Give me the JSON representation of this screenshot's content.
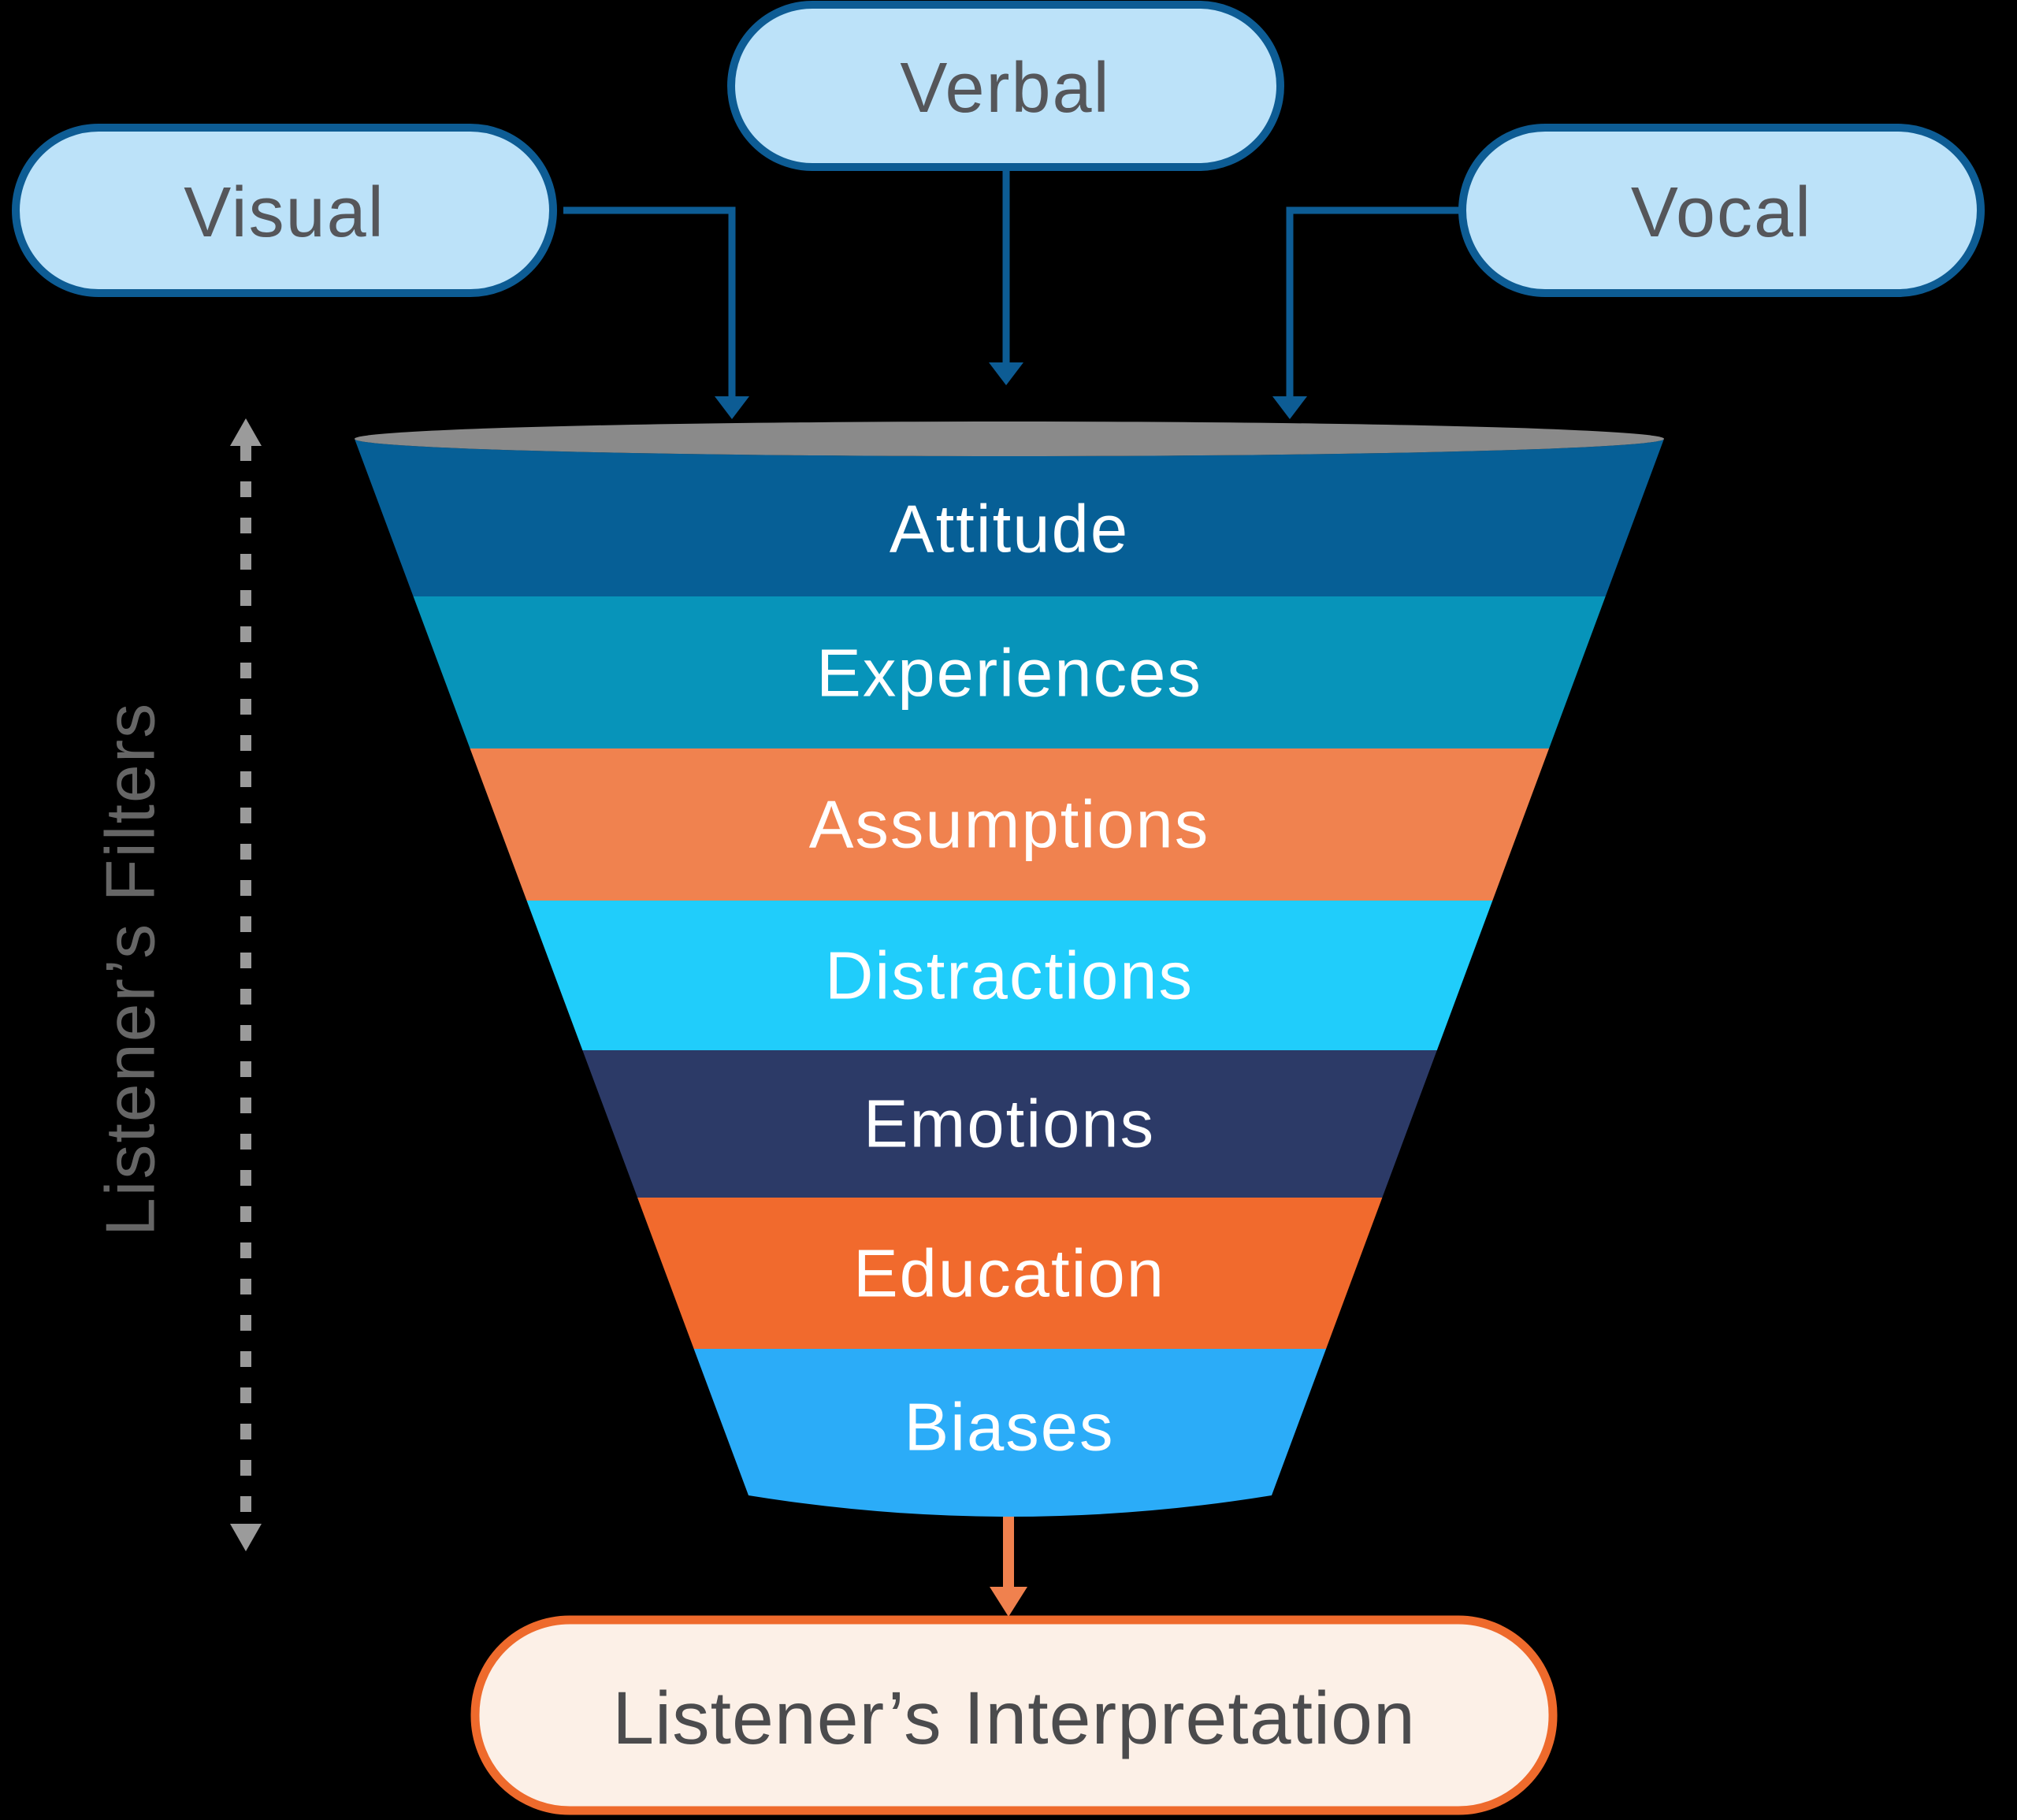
{
  "inputs": [
    {
      "id": "visual",
      "label": "Visual"
    },
    {
      "id": "verbal",
      "label": "Verbal"
    },
    {
      "id": "vocal",
      "label": "Vocal"
    }
  ],
  "funnel": {
    "axis_label": "Listener’s Filters",
    "top_color": "#8A8A8A",
    "layers": [
      {
        "label": "Attitude",
        "color": "#065F96"
      },
      {
        "label": "Experiences",
        "color": "#0794BA"
      },
      {
        "label": "Assumptions",
        "color": "#F0824F"
      },
      {
        "label": "Distractions",
        "color": "#20CDFB"
      },
      {
        "label": "Emotions",
        "color": "#2C3A67"
      },
      {
        "label": "Education",
        "color": "#F16A2D"
      },
      {
        "label": "Biases",
        "color": "#2BACF8"
      }
    ]
  },
  "output": {
    "label": "Listener’s Interpretation"
  },
  "palette": {
    "background": "#000000",
    "node_fill": "#BCE2F9",
    "node_border": "#0D5C94",
    "node_text": "#55565A",
    "connector": "#0D5C94",
    "axis_dashed_line": "#9B9B9B",
    "axis_text": "#666666",
    "layer_text": "#FFFFFF",
    "output_arrow": "#F0814E",
    "output_fill": "#FCF0E7",
    "output_border": "#EE6A2C",
    "output_text": "#4B4B4D"
  }
}
